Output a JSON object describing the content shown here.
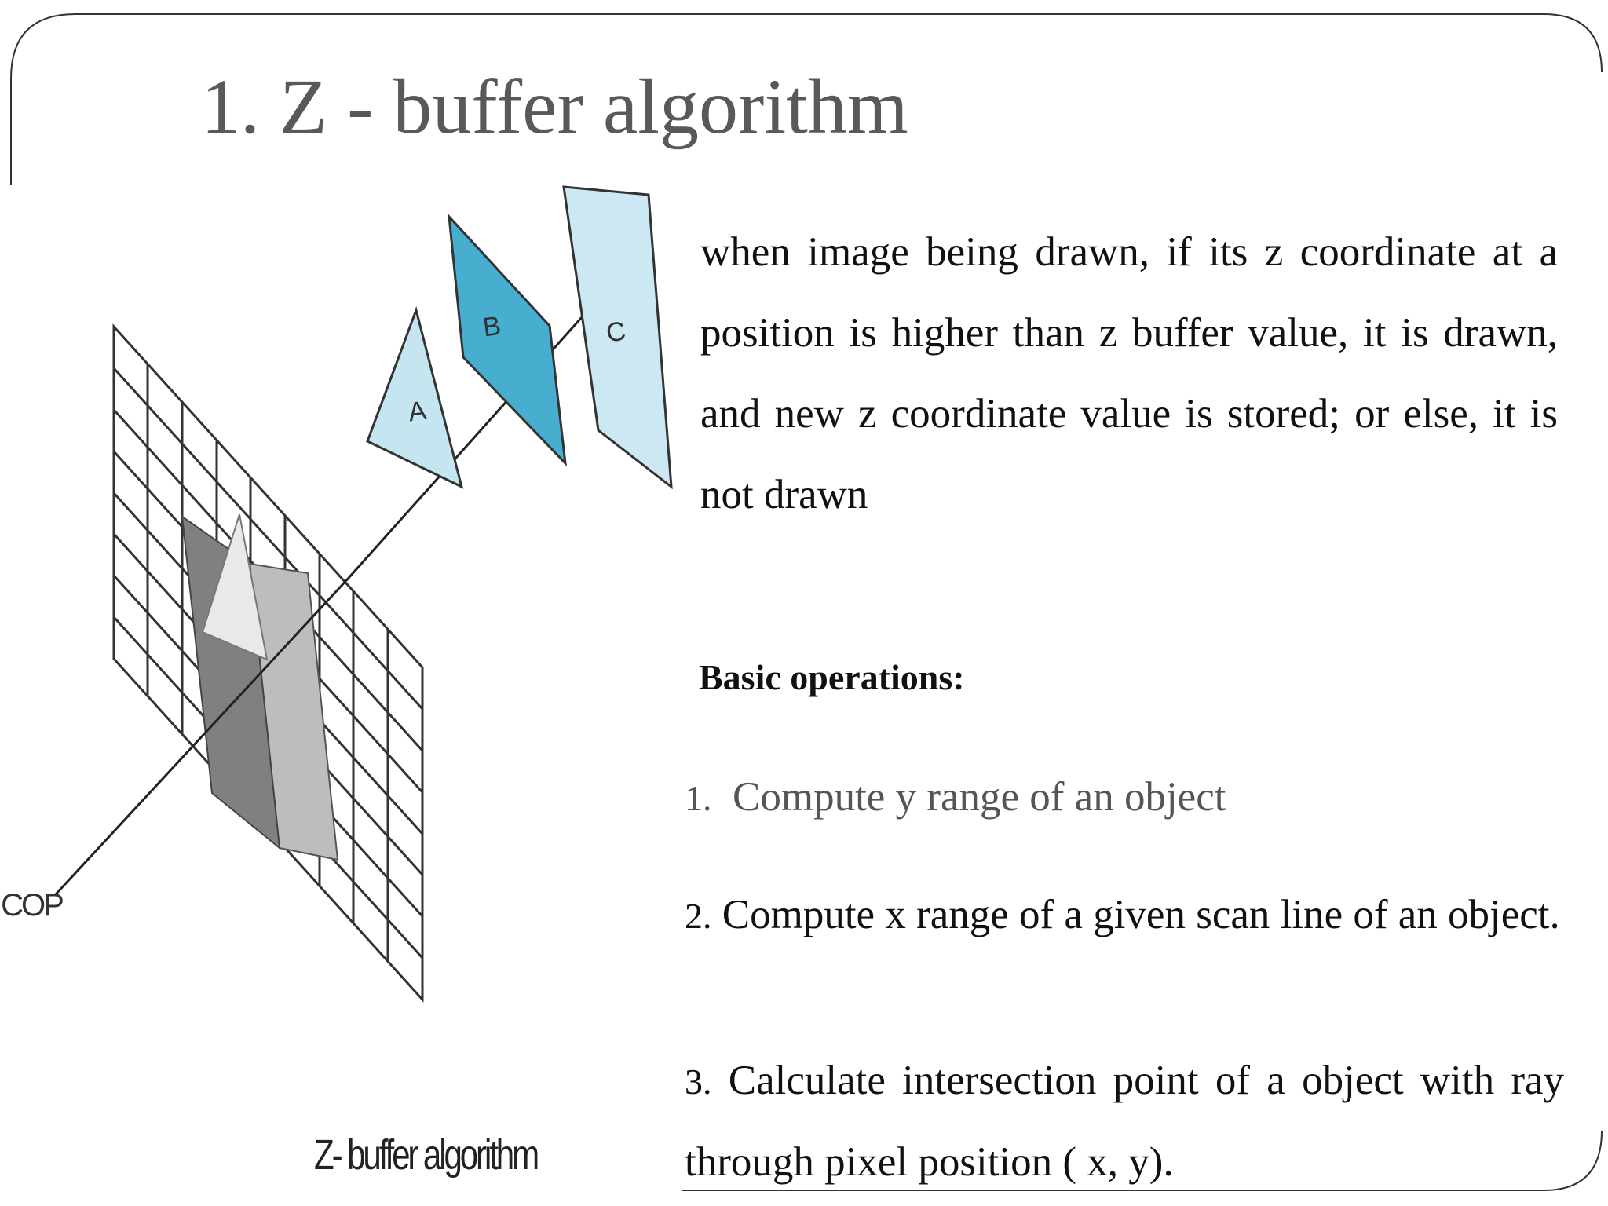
{
  "slide": {
    "title": "1. Z - buffer algorithm",
    "description": "when image being drawn, if its z coordinate at a position is higher than z buffer value, it is drawn, and new z coordinate value is stored; or else, it is not drawn",
    "operations_heading": "Basic operations:",
    "operations": [
      {
        "number": "1.",
        "text": "Compute y range of an object"
      },
      {
        "number": "2.",
        "text": "Compute x range of a given scan line of an object."
      },
      {
        "number": "3.",
        "text": "Calculate intersection point of a object with ray through pixel position ( x, y)."
      }
    ]
  },
  "figure": {
    "caption": "Z- buffer algorithm",
    "polygon_labels": [
      "A",
      "B",
      "C"
    ],
    "cop_label": "COP",
    "colors": {
      "polygon_a": "#c5e6f1",
      "polygon_b": "#47aed0",
      "polygon_c": "#cbe8f3",
      "grid": "#333333",
      "projection_dark": "#808080",
      "projection_light": "#bdbdbd"
    }
  }
}
